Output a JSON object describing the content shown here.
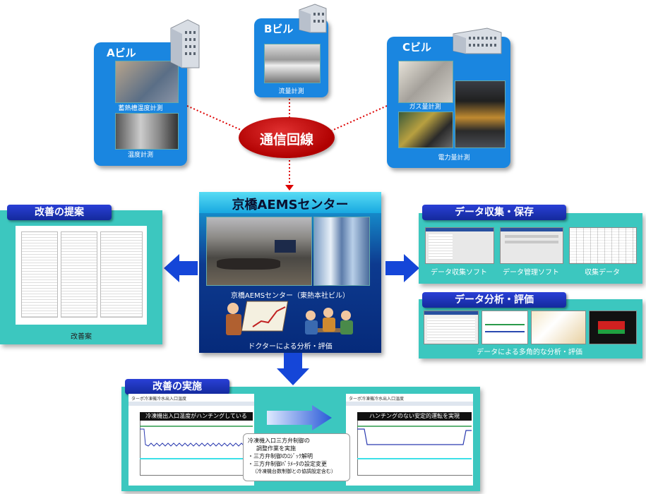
{
  "buildings": {
    "a": {
      "title": "Aビル",
      "captions": [
        "蓄熱槽温度計測",
        "温度計測"
      ]
    },
    "b": {
      "title": "Bビル",
      "captions": [
        "流量計測"
      ]
    },
    "c": {
      "title": "Cビル",
      "captions": [
        "ガス量計測",
        "電力量計測"
      ]
    }
  },
  "network": {
    "label": "通信回線"
  },
  "center": {
    "title": "京橋AEMSセンター",
    "photo_caption": "京橋AEMSセンター（東熱本社ビル）",
    "doctor_caption": "ドクターによる分析・評価"
  },
  "proposal": {
    "title": "改善の提案",
    "caption": "改善案"
  },
  "collection": {
    "title": "データ収集・保存",
    "items": [
      "データ収集ソフト",
      "データ管理ソフト",
      "収集データ"
    ]
  },
  "analysis": {
    "title": "データ分析・評価",
    "caption": "データによる多角的な分析・評価"
  },
  "implementation": {
    "title": "改善の実施",
    "before_banner": "冷凍機出入口温度がハンチングしている",
    "after_banner": "ハンチングのない安定的運転を実現",
    "before_header": "ターボ冷凍機冷水出入口温度",
    "after_header": "ターボ冷凍機冷水出入口温度",
    "note_lines": [
      "冷凍機入口三方弁制御の",
      "調整作業を実施",
      "・三方弁制御のﾛｼﾞｯｸ解明",
      "・三方弁制御ﾊﾟﾗﾒｰﾀの設定変更",
      "（冷凍機台数制御との協調設定含む）"
    ]
  },
  "colors": {
    "card": "#1a86e0",
    "panel": "#3cc7bf",
    "pill": "#1e36c2",
    "arrow": "#1546d8",
    "ellipse": "#c00000"
  }
}
